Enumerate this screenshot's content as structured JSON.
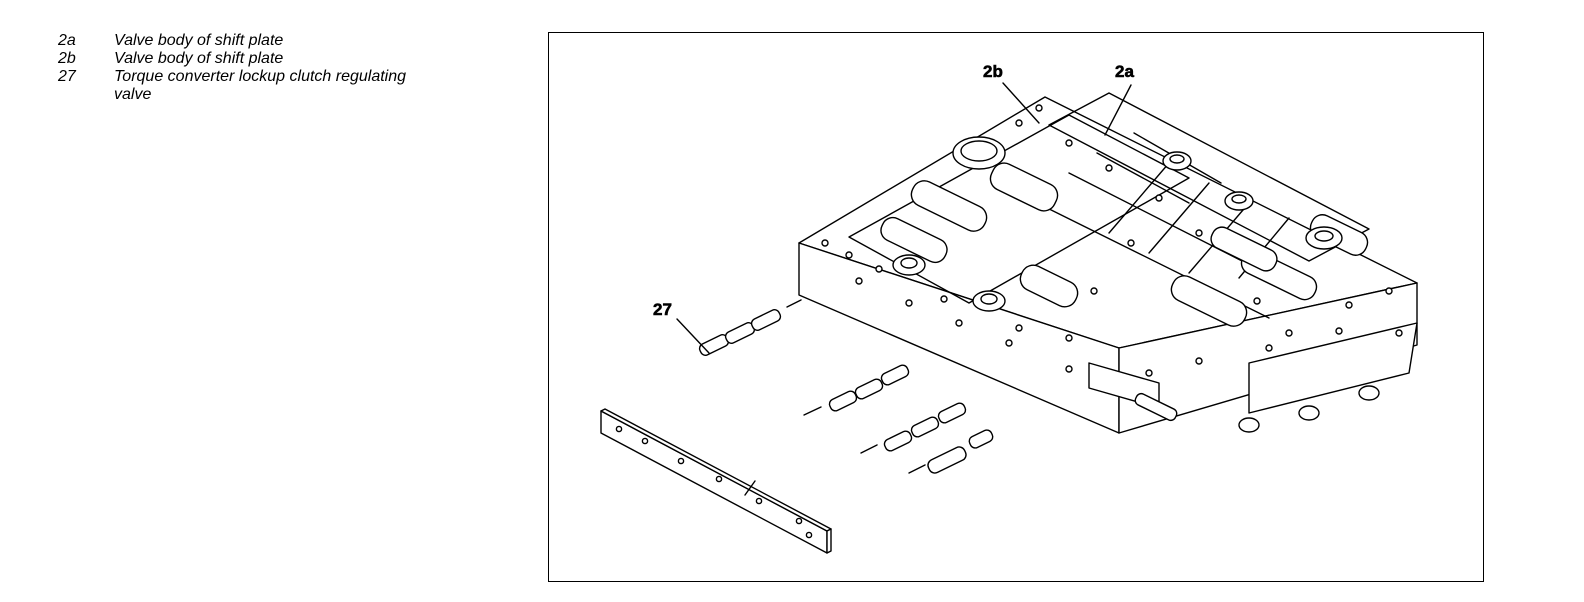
{
  "legend": [
    {
      "code": "2a",
      "description": "Valve body of shift plate"
    },
    {
      "code": "2b",
      "description": "Valve body of shift plate"
    },
    {
      "code": "27",
      "description": "Torque converter lockup clutch regulating valve"
    }
  ],
  "figure": {
    "callouts": {
      "label_2b": "2b",
      "label_2a": "2a",
      "label_27": "27"
    }
  }
}
